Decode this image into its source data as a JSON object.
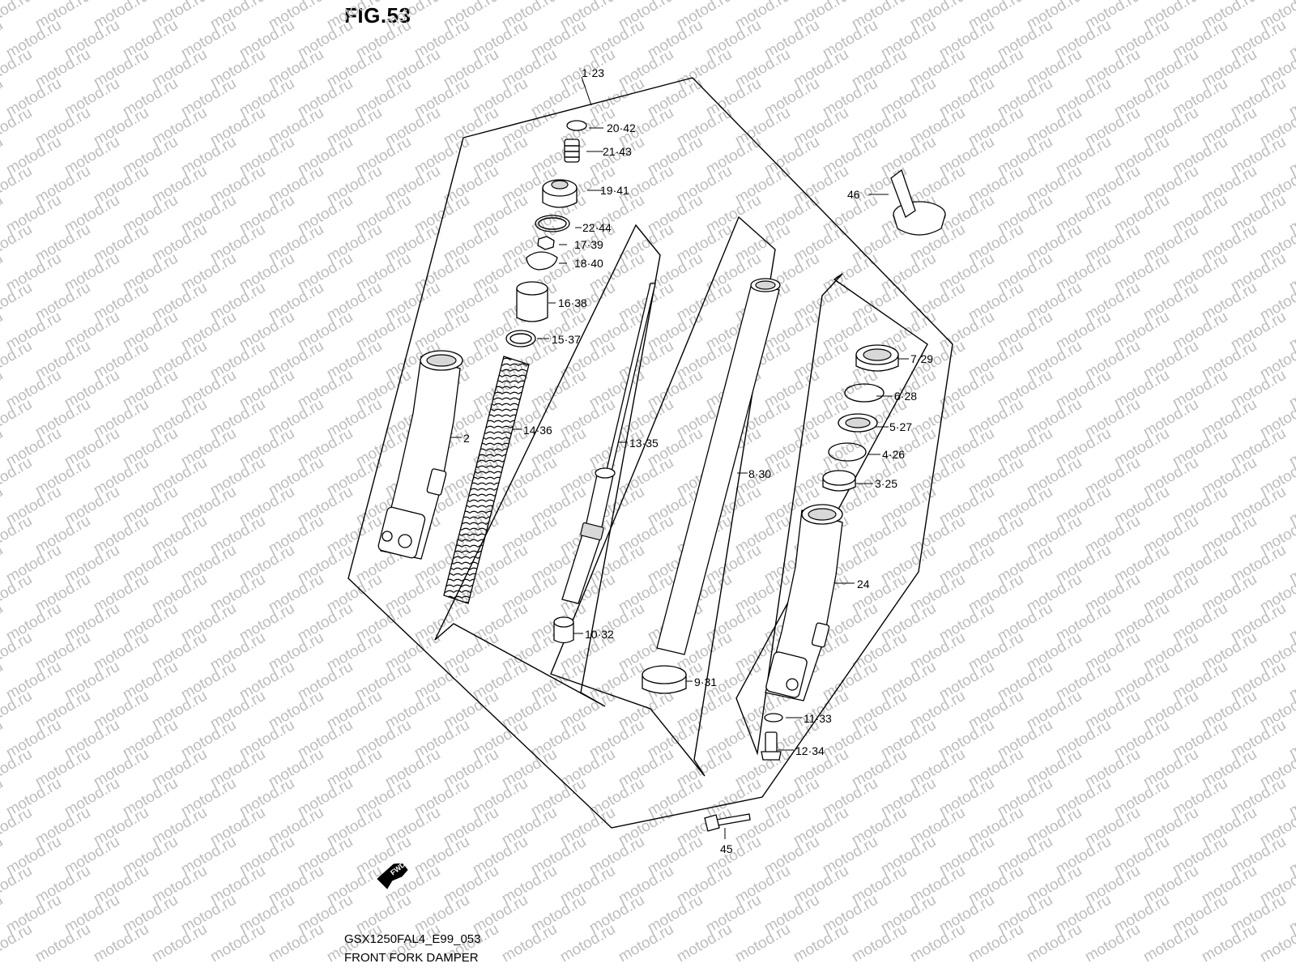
{
  "figure": {
    "title": "FIG.53",
    "code": "GSX1250FAL4_E99_053",
    "name": "FRONT FORK DAMPER",
    "watermark": "motod.ru",
    "fwd_label": "FWD"
  },
  "callouts": [
    {
      "id": "c-1-23",
      "label": "1·23"
    },
    {
      "id": "c-20-42",
      "label": "20·42"
    },
    {
      "id": "c-21-43",
      "label": "21·43"
    },
    {
      "id": "c-19-41",
      "label": "19·41"
    },
    {
      "id": "c-22-44",
      "label": "22·44"
    },
    {
      "id": "c-17-39",
      "label": "17·39"
    },
    {
      "id": "c-18-40",
      "label": "18·40"
    },
    {
      "id": "c-16-38",
      "label": "16·38"
    },
    {
      "id": "c-15-37",
      "label": "15·37"
    },
    {
      "id": "c-2",
      "label": "2"
    },
    {
      "id": "c-14-36",
      "label": "14·36"
    },
    {
      "id": "c-13-35",
      "label": "13·35"
    },
    {
      "id": "c-8-30",
      "label": "8·30"
    },
    {
      "id": "c-10-32",
      "label": "10·32"
    },
    {
      "id": "c-9-31",
      "label": "9·31"
    },
    {
      "id": "c-46",
      "label": "46"
    },
    {
      "id": "c-7-29",
      "label": "7·29"
    },
    {
      "id": "c-6-28",
      "label": "6·28"
    },
    {
      "id": "c-5-27",
      "label": "5·27"
    },
    {
      "id": "c-4-26",
      "label": "4·26"
    },
    {
      "id": "c-3-25",
      "label": "3·25"
    },
    {
      "id": "c-24",
      "label": "24"
    },
    {
      "id": "c-11-33",
      "label": "11·33"
    },
    {
      "id": "c-12-34",
      "label": "12·34"
    },
    {
      "id": "c-45",
      "label": "45"
    }
  ]
}
